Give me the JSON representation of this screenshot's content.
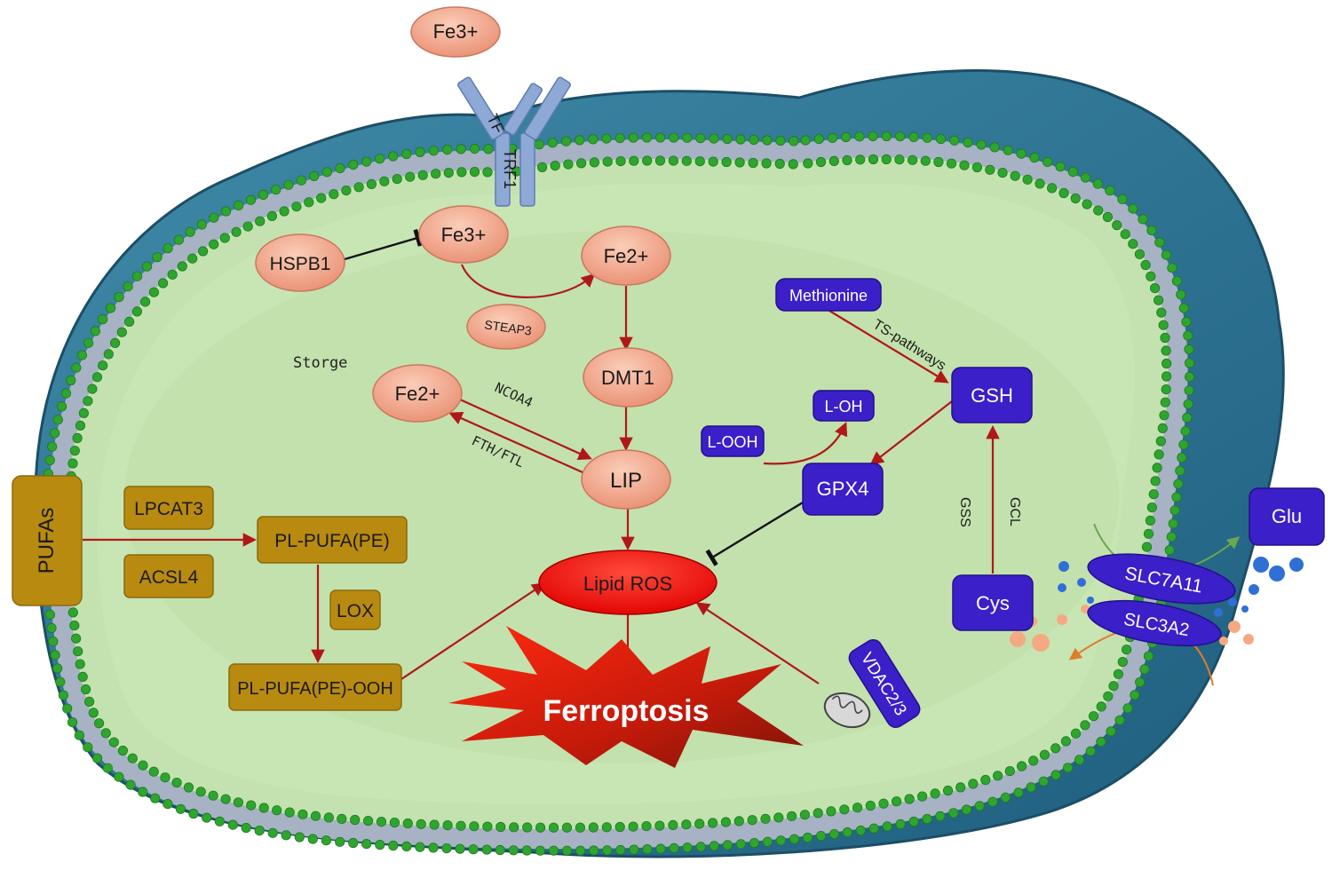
{
  "colors": {
    "iron_node": "#f2a489",
    "glutathione_node": "#3b1fc8",
    "lipid_node": "#b88a10",
    "lipid_ros": "#ff1010",
    "arrow_red": "#b01818",
    "inhibit": "#111111",
    "cytoplasm": "#c4e2b0",
    "envelope": "#2f7594",
    "membrane_bead": "#2ea52e"
  },
  "labels": {
    "fe3_out": "Fe3+",
    "tf": "TF",
    "trf1": "TRF1",
    "fe3_in": "Fe3+",
    "hspb1": "HSPB1",
    "fe2_top": "Fe2+",
    "steap3": "STEAP3",
    "dmt1": "DMT1",
    "storge": "Storge",
    "fe2_store": "Fe2+",
    "ncoa4": "NCOA4",
    "fth_ftl": "FTH/FTL",
    "lip": "LIP",
    "lipid_ros": "Lipid ROS",
    "ferroptosis": "Ferroptosis",
    "pufas": "PUFAs",
    "lpcat3": "LPCAT3",
    "acsl4": "ACSL4",
    "pl_pufa": "PL-PUFA(PE)",
    "lox": "LOX",
    "pl_pufa_ooh": "PL-PUFA(PE)-OOH",
    "methionine": "Methionine",
    "ts_pathways": "TS-pathways",
    "gsh": "GSH",
    "l_oh": "L-OH",
    "l_ooh": "L-OOH",
    "gpx4": "GPX4",
    "gss": "GSS",
    "gcl": "GCL",
    "cys": "Cys",
    "glu": "Glu",
    "slc7a11": "SLC7A11",
    "slc3a2": "SLC3A2",
    "vdac": "VDAC2/3"
  }
}
